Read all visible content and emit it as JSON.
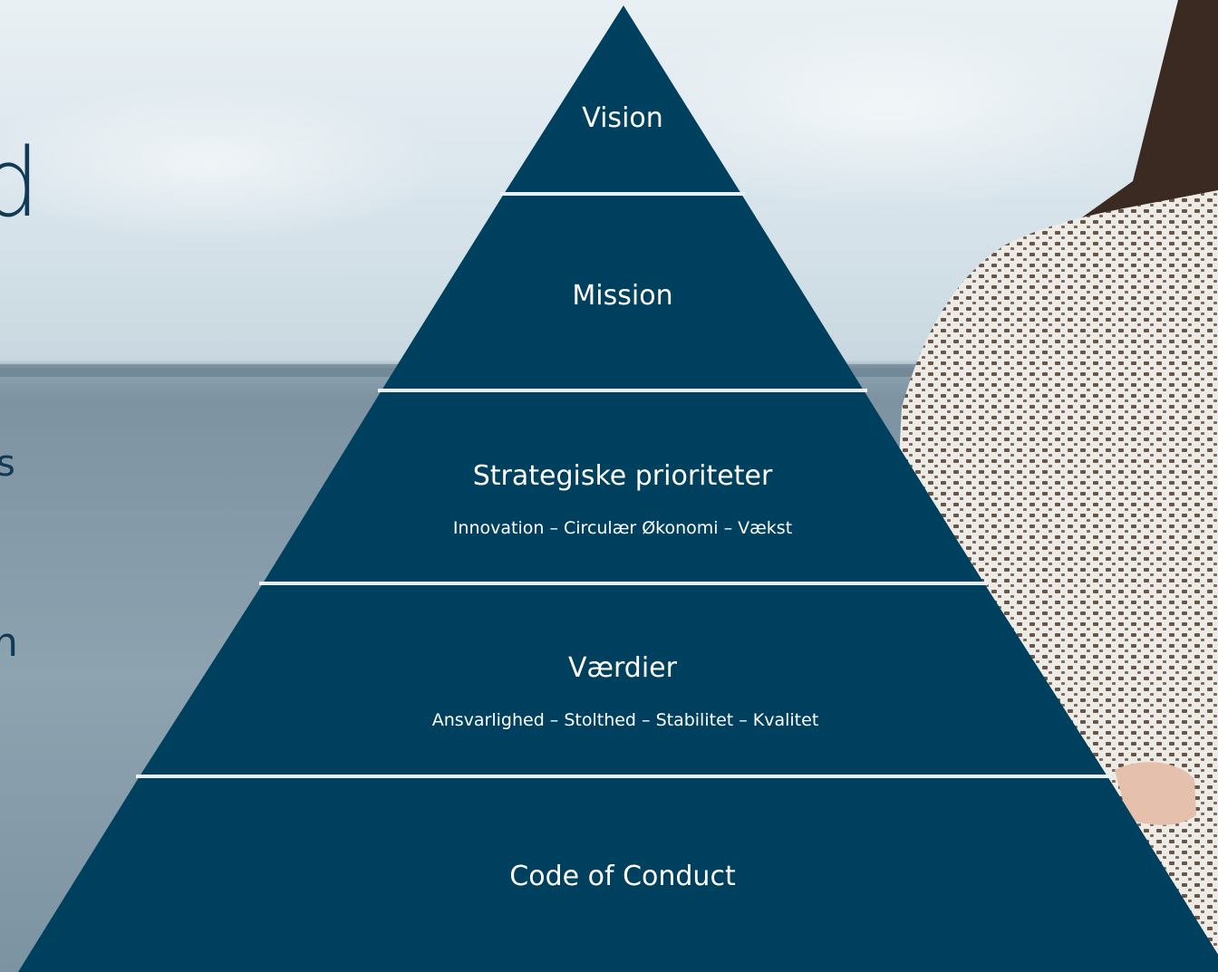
{
  "colors": {
    "tier_fill": "#00405f",
    "divider": "#e8f0f5",
    "sky_top": "#e6eef3",
    "sky_mid": "#c7d6df",
    "sea": "#6f8797",
    "sea_far": "#5b7486",
    "edge_text": "#103a55"
  },
  "background": {
    "description_icon": "sea-and-person-photo"
  },
  "edge_text": {
    "big": "d",
    "s": "s",
    "n": "n"
  },
  "pyramid": {
    "tiers": [
      {
        "title": "Vision",
        "subtitle": ""
      },
      {
        "title": "Mission",
        "subtitle": ""
      },
      {
        "title": "Strategiske prioriteter",
        "subtitle": "Innovation – Circulær Økonomi – Vækst"
      },
      {
        "title": "Værdier",
        "subtitle": "Ansvarlighed –  Stolthed – Stabilitet – Kvalitet"
      },
      {
        "title": "Code of Conduct",
        "subtitle": ""
      }
    ]
  }
}
